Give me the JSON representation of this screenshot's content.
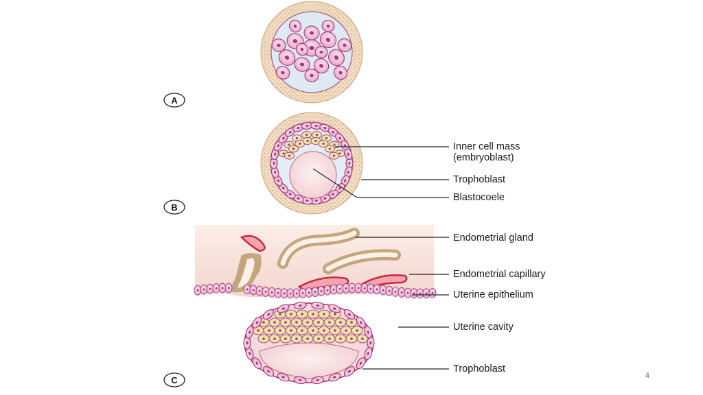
{
  "panels": {
    "a": "A",
    "b": "B",
    "c": "C"
  },
  "labels": {
    "inner_cell_mass_1": "Inner cell mass",
    "inner_cell_mass_2": "(embryoblast)",
    "trophoblast_b": "Trophoblast",
    "blastocoele": "Blastocoele",
    "endometrial_gland": "Endometrial gland",
    "endometrial_capillary": "Endometrial capillary",
    "uterine_epithelium": "Uterine epithelium",
    "uterine_cavity": "Uterine cavity",
    "trophoblast_c": "Trophoblast"
  },
  "page_number": "4",
  "colors": {
    "zona": "#e8c9a8",
    "cell_fill": "#f0b8d6",
    "cell_stroke": "#9a2a6a",
    "nucleus": "#9a3a8a",
    "cavity": "#f6dede",
    "tissue": "#f8e4dc",
    "capillary": "#d02a3a",
    "gland": "#cdb08a"
  }
}
